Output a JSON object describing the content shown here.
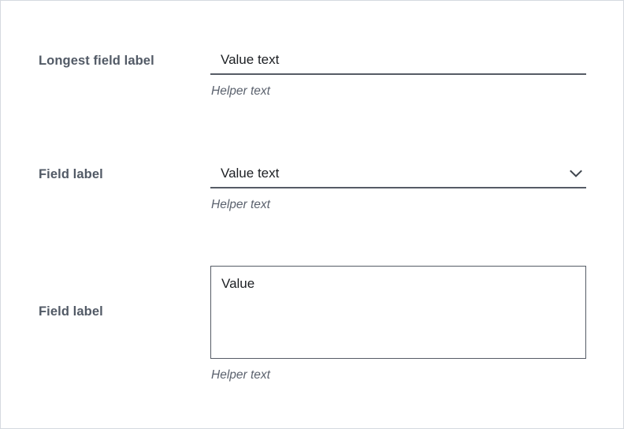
{
  "form": {
    "fields": [
      {
        "id": "text-field",
        "type": "text-input",
        "label": "Longest field label",
        "value": "Value text",
        "helper": "Helper text"
      },
      {
        "id": "select-field",
        "type": "select",
        "label": "Field label",
        "value": "Value text",
        "helper": "Helper text",
        "icon": "chevron-down-icon"
      },
      {
        "id": "textarea-field",
        "type": "textarea",
        "label": "Field label",
        "value": "Value",
        "helper": "Helper text"
      }
    ]
  },
  "colors": {
    "card_border": "#d5d9e0",
    "label_text": "#525a66",
    "value_text": "#1c1f23",
    "helper_text": "#5b626e",
    "input_underline": "#565c66",
    "textarea_border": "#565c66",
    "background": "#ffffff"
  }
}
